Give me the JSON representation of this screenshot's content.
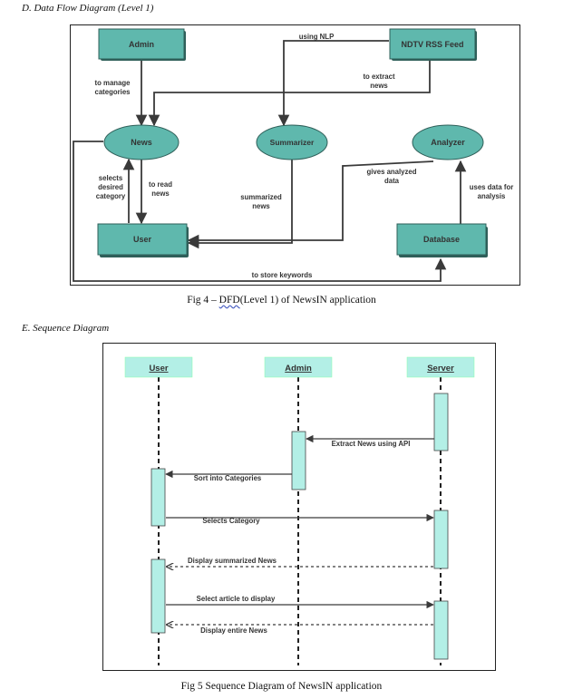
{
  "section_d": {
    "heading": "D.   Data Flow Diagram (Level 1)",
    "nodes": {
      "admin": "Admin",
      "ndtv": "NDTV RSS Feed",
      "news": "News",
      "summarizer": "Summarizer",
      "analyzer": "Analyzer",
      "user": "User",
      "database": "Database"
    },
    "labels": {
      "using_nlp": "using NLP",
      "manage_1": "to manage",
      "manage_2": "categories",
      "extract_1": "to extract",
      "extract_2": "news",
      "selects_1": "selects",
      "selects_2": "desired",
      "selects_3": "category",
      "read_1": "to read",
      "read_2": "news",
      "summarized_1": "summarized",
      "summarized_2": "news",
      "gives_1": "gives analyzed",
      "gives_2": "data",
      "uses_1": "uses data for",
      "uses_2": "analysis",
      "store": "to store keywords"
    },
    "caption_prefix": "Fig 4 – ",
    "caption_dfd": "DFD",
    "caption_suffix": "(Level 1) of NewsIN application"
  },
  "section_e": {
    "heading": "E.   Sequence Diagram",
    "actors": {
      "user": "User",
      "admin": "Admin",
      "server": "Server"
    },
    "messages": {
      "extract": "Extract News using API",
      "sort": "Sort into Categories",
      "selects": "Selects Category",
      "display_summarized": "Display summarized News",
      "select_article": "Select article to display",
      "display_entire": "Display entire News"
    },
    "caption": "Fig 5 Sequence Diagram of NewsIN application"
  },
  "colors": {
    "node_fill": "#5fb8ad",
    "node_stroke": "#2f5f59",
    "activation_fill": "#b3efe6",
    "line": "#3a3a3a"
  }
}
